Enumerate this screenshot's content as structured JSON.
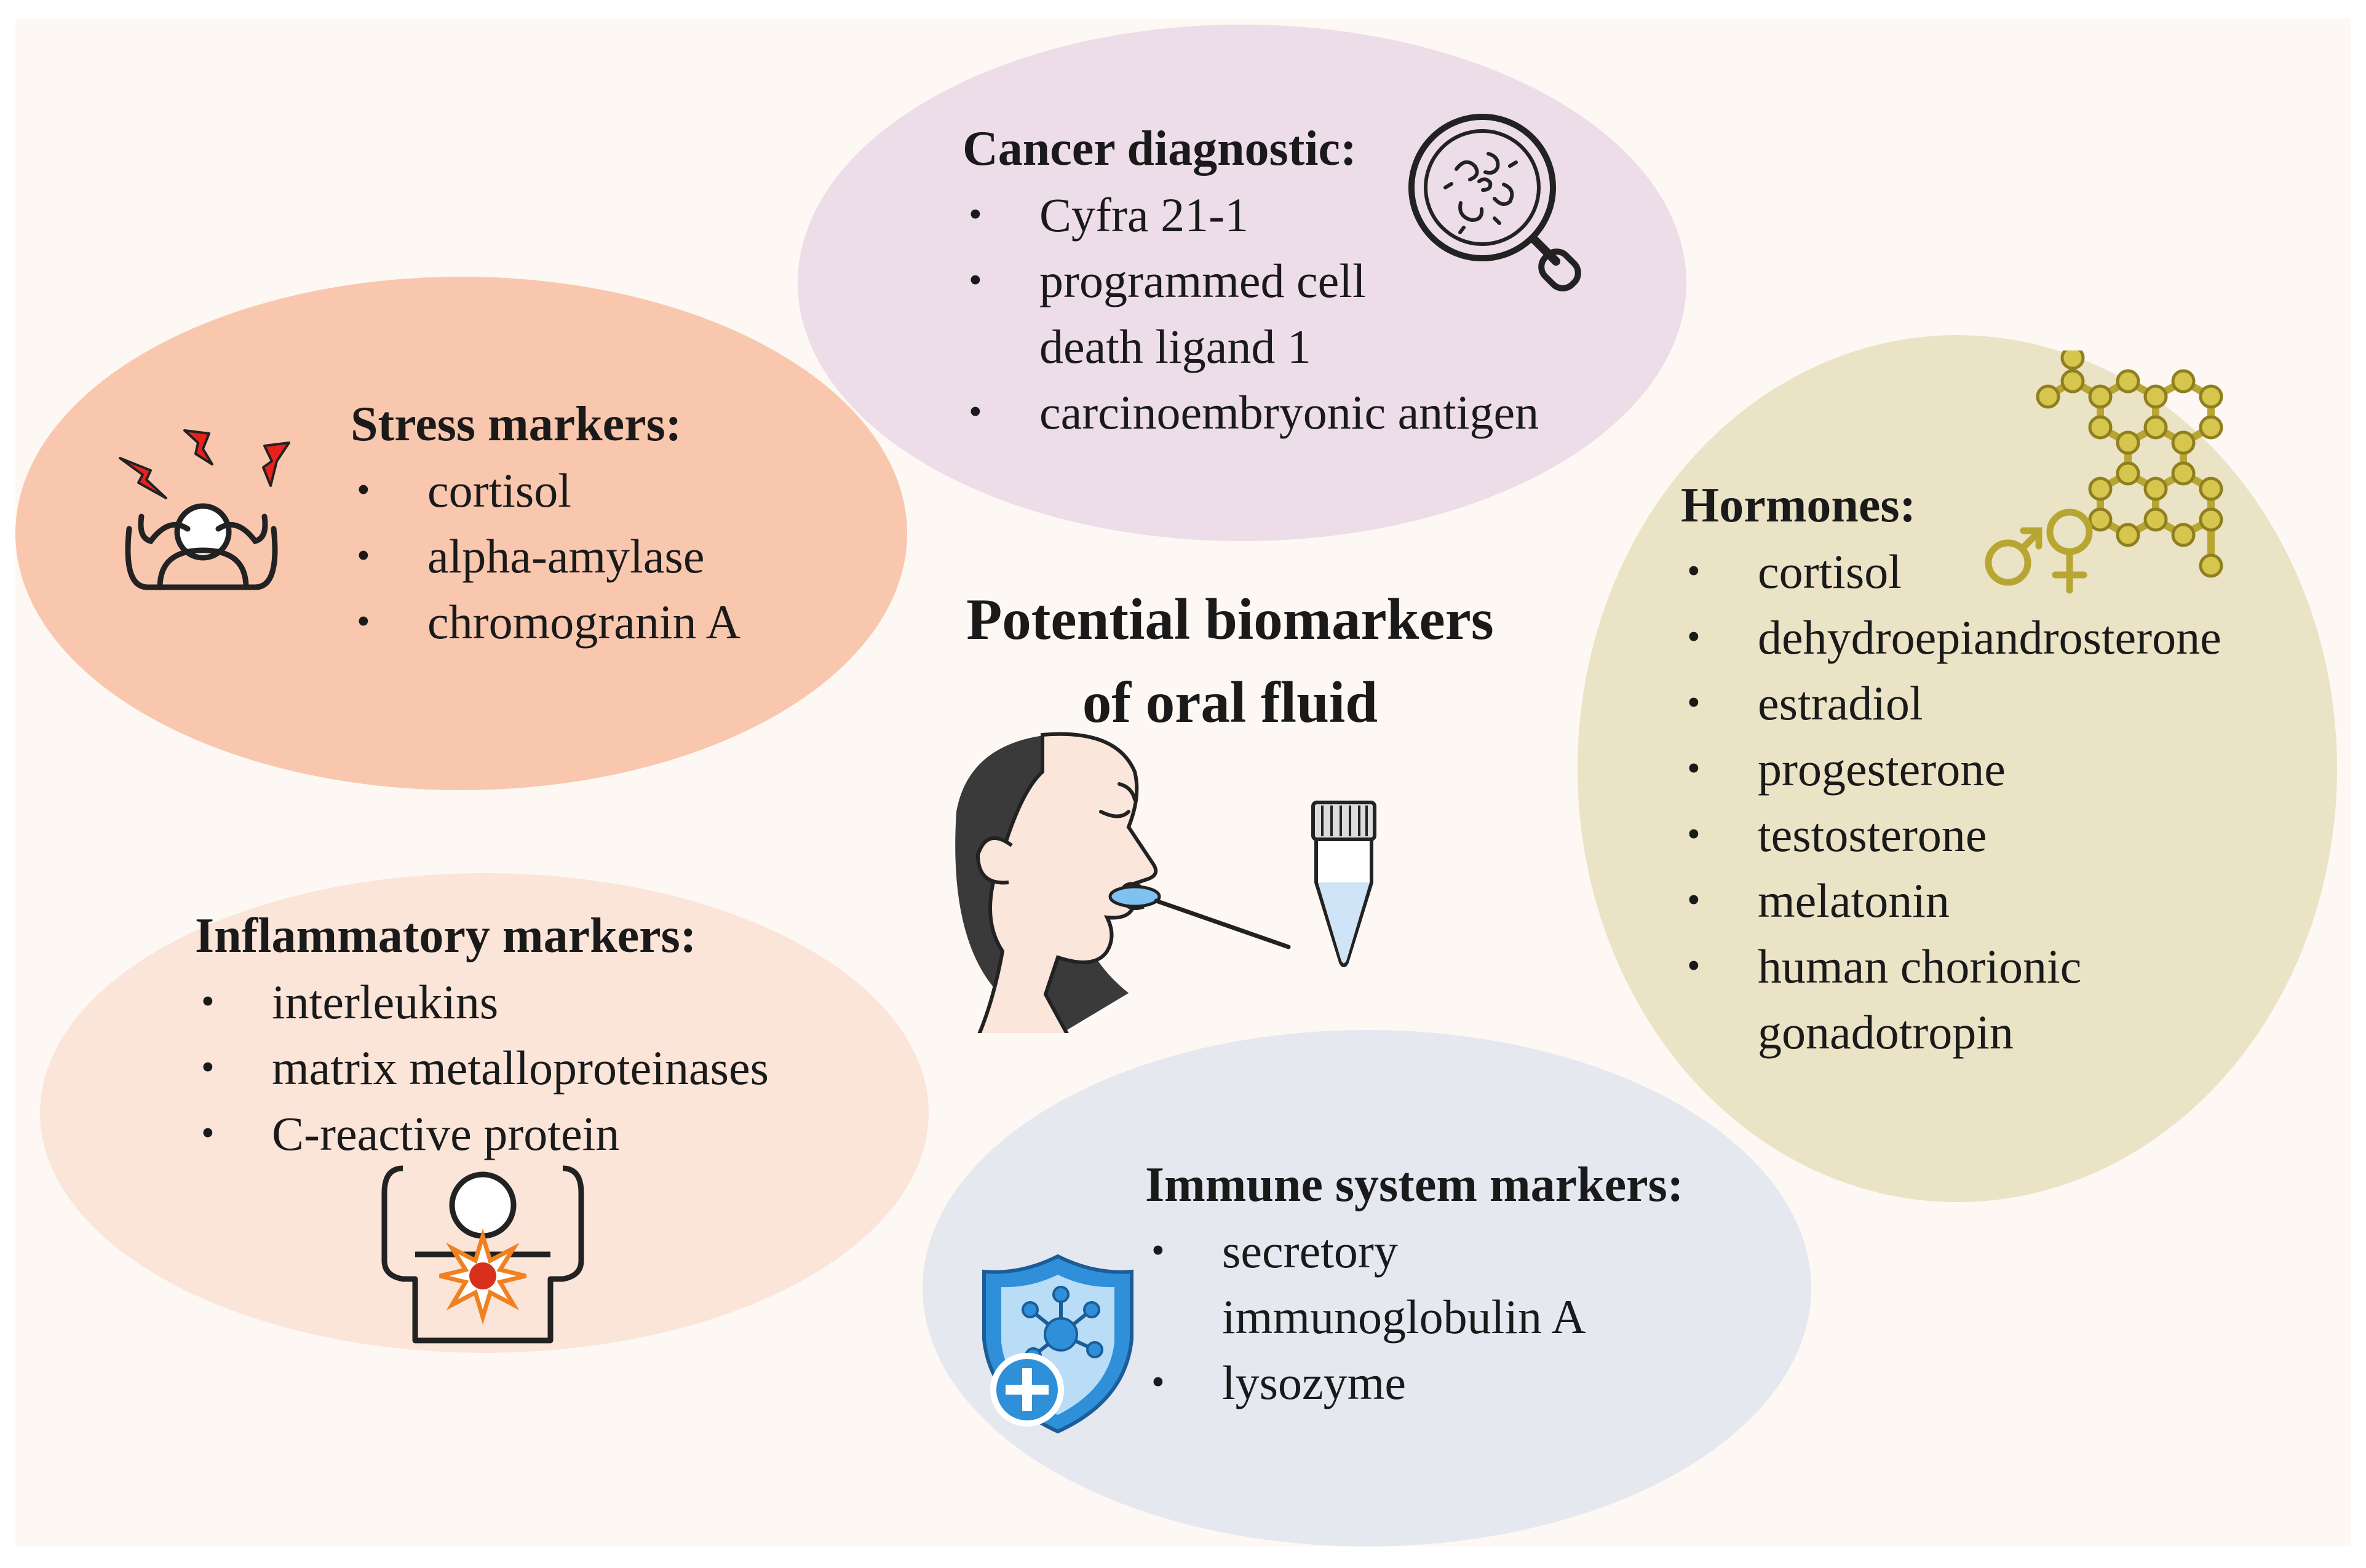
{
  "title": {
    "line1": "Potential biomarkers",
    "line2": "of oral fluid"
  },
  "cancer": {
    "heading": "Cancer diagnostic:",
    "items": [
      "Cyfra 21-1",
      "programmed cell",
      "death ligand 1",
      "carcinoembryonic antigen"
    ]
  },
  "stress": {
    "heading": "Stress markers:",
    "items": [
      "cortisol",
      "alpha-amylase",
      "chromogranin A"
    ]
  },
  "hormones": {
    "heading": "Hormones:",
    "items": [
      "cortisol",
      "dehydroepiandrosterone",
      "estradiol",
      "progesterone",
      "testosterone",
      "melatonin",
      "human chorionic",
      "gonadotropin"
    ]
  },
  "inflammatory": {
    "heading": "Inflammatory markers:",
    "items": [
      "interleukins",
      "matrix metalloproteinases",
      "C-reactive protein"
    ]
  },
  "immune": {
    "heading": "Immune system markers:",
    "items": [
      "secretory",
      "immunoglobulin A",
      "lysozyme"
    ]
  },
  "icons": [
    "magnifier-cells-icon",
    "stressed-person-icon",
    "molecule-structure-icon",
    "gender-symbols-icon",
    "woman-saliva-swab-icon",
    "sample-tube-icon",
    "inflamed-person-icon",
    "immune-shield-icon"
  ],
  "colors": {
    "cancer": "#ecdde8",
    "stress": "#f8c7ae",
    "hormones": "#ebe3c6",
    "inflammatory": "#fbe4d8",
    "immune": "#e6e8f0",
    "molecule": "#b8a633",
    "shield": "#2f8fd8",
    "lightning": "#e8221b"
  }
}
